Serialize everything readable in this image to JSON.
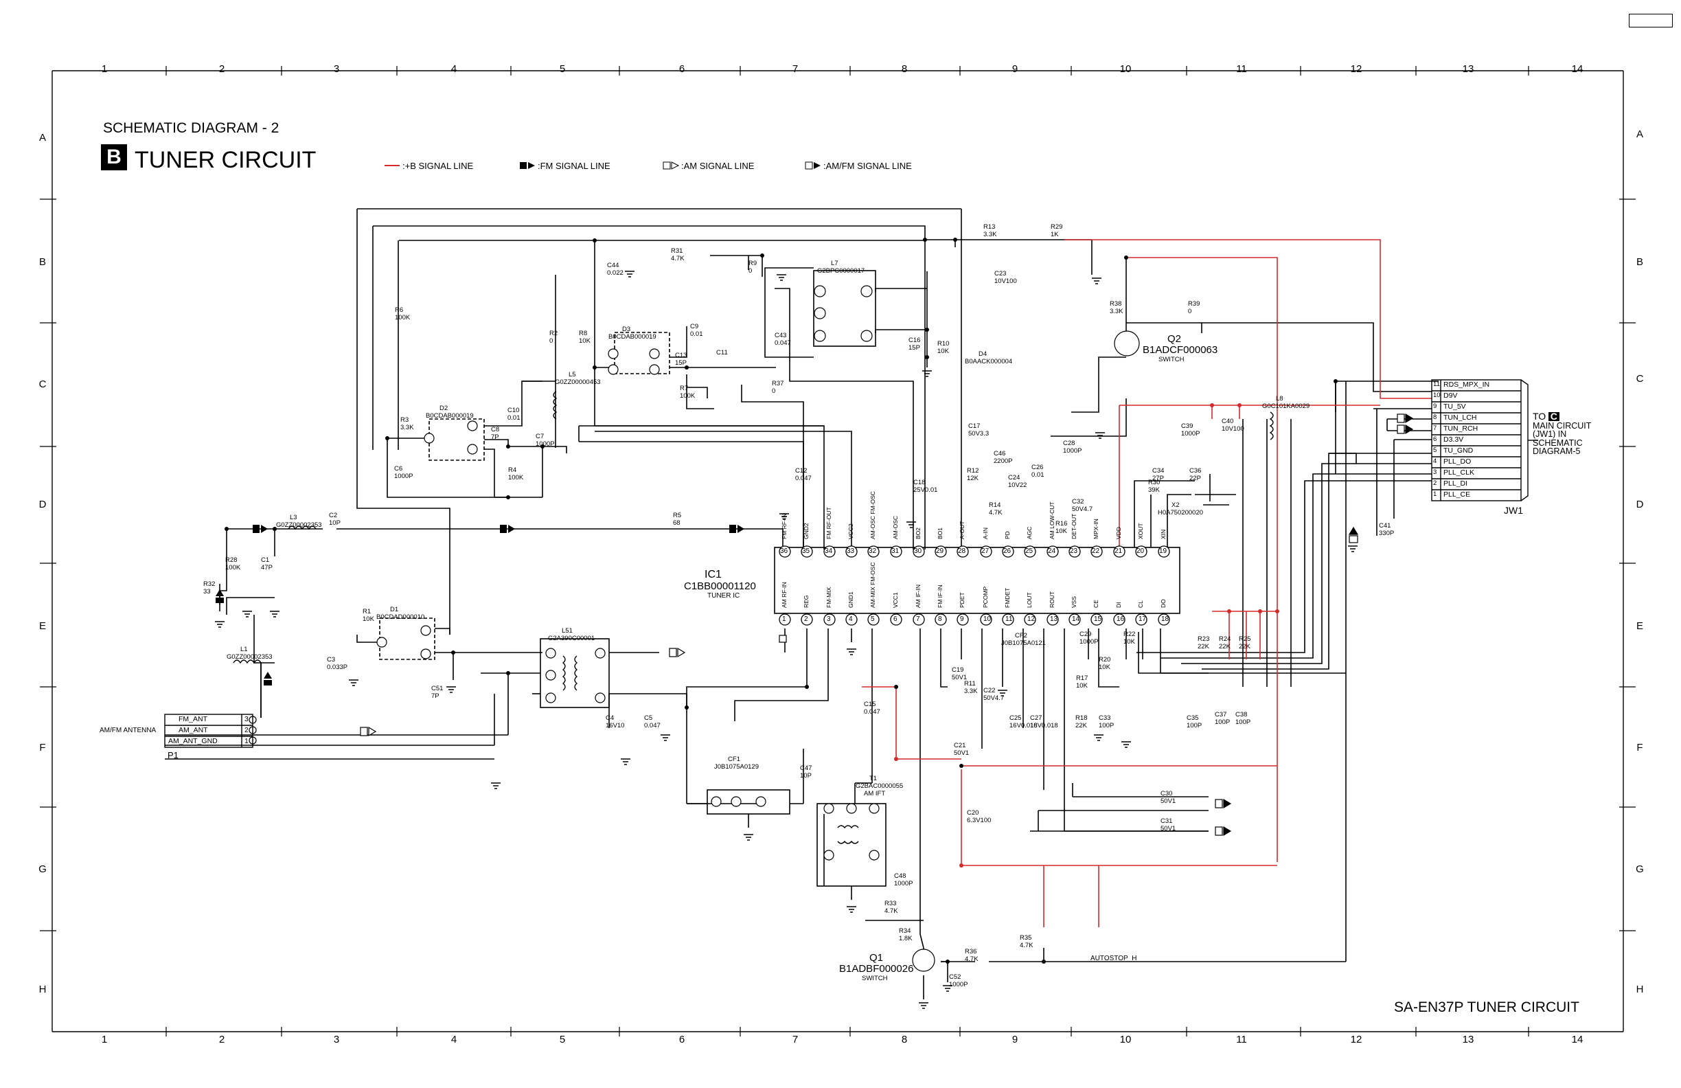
{
  "page": {
    "heading": "SCHEMATIC DIAGRAM - 2",
    "badge": "B",
    "title": "TUNER CIRCUIT",
    "footer": "SA-EN37P TUNER CIRCUIT"
  },
  "grid": {
    "columns": [
      "1",
      "2",
      "3",
      "4",
      "5",
      "6",
      "7",
      "8",
      "9",
      "10",
      "11",
      "12",
      "13",
      "14"
    ],
    "rows": [
      "A",
      "B",
      "C",
      "D",
      "E",
      "F",
      "G",
      "H"
    ]
  },
  "legend": {
    "b_signal": ":+B SIGNAL LINE",
    "fm_signal": ":FM SIGNAL LINE",
    "am_signal": ":AM SIGNAL LINE",
    "amfm_signal": ":AM/FM SIGNAL LINE"
  },
  "colors": {
    "b_line": "#d42a2a",
    "ink": "#000000"
  },
  "ic1": {
    "ref": "IC1",
    "part": "C1BB00001120",
    "desc": "TUNER IC",
    "top_pins": [
      {
        "n": "36",
        "name": "FM RF-IN"
      },
      {
        "n": "35",
        "name": "GND2"
      },
      {
        "n": "34",
        "name": "FM RF-OUT"
      },
      {
        "n": "33",
        "name": "VCC2"
      },
      {
        "n": "32",
        "name": "AM-OSC FM-OSC"
      },
      {
        "n": "31",
        "name": "AM-OSC"
      },
      {
        "n": "30",
        "name": "BO2"
      },
      {
        "n": "29",
        "name": "BO1"
      },
      {
        "n": "28",
        "name": "A-OUT"
      },
      {
        "n": "27",
        "name": "A-IN"
      },
      {
        "n": "26",
        "name": "PD"
      },
      {
        "n": "25",
        "name": "AGC"
      },
      {
        "n": "24",
        "name": "AM LOW-CUT"
      },
      {
        "n": "23",
        "name": "DET-OUT"
      },
      {
        "n": "22",
        "name": "MPX-IN"
      },
      {
        "n": "21",
        "name": "VDD"
      },
      {
        "n": "20",
        "name": "XOUT"
      },
      {
        "n": "19",
        "name": "XIN"
      }
    ],
    "bottom_pins": [
      {
        "n": "1",
        "name": "AM RF-IN"
      },
      {
        "n": "2",
        "name": "REG"
      },
      {
        "n": "3",
        "name": "FM-MIX"
      },
      {
        "n": "4",
        "name": "GND1"
      },
      {
        "n": "5",
        "name": "AM-MIX FM-OSC"
      },
      {
        "n": "6",
        "name": "VCC1"
      },
      {
        "n": "7",
        "name": "AM IF-IN"
      },
      {
        "n": "8",
        "name": "FM IF-IN"
      },
      {
        "n": "9",
        "name": "PDET"
      },
      {
        "n": "10",
        "name": "PCOMP"
      },
      {
        "n": "11",
        "name": "FMDET"
      },
      {
        "n": "12",
        "name": "LOUT"
      },
      {
        "n": "13",
        "name": "ROUT"
      },
      {
        "n": "14",
        "name": "VSS"
      },
      {
        "n": "15",
        "name": "CE"
      },
      {
        "n": "16",
        "name": "DI"
      },
      {
        "n": "17",
        "name": "CL"
      },
      {
        "n": "18",
        "name": "DO"
      }
    ]
  },
  "jw1": {
    "ref": "JW1",
    "pins": [
      {
        "n": "11",
        "name": "RDS_MPX_IN"
      },
      {
        "n": "10",
        "name": "D9V"
      },
      {
        "n": "9",
        "name": "TU_5V"
      },
      {
        "n": "8",
        "name": "TUN_LCH"
      },
      {
        "n": "7",
        "name": "TUN_RCH"
      },
      {
        "n": "6",
        "name": "D3.3V"
      },
      {
        "n": "5",
        "name": "TU_GND"
      },
      {
        "n": "4",
        "name": "PLL_DO"
      },
      {
        "n": "3",
        "name": "PLL_CLK"
      },
      {
        "n": "2",
        "name": "PLL_DI"
      },
      {
        "n": "1",
        "name": "PLL_CE"
      }
    ],
    "to_word": "TO",
    "to_sheet": "C",
    "to_lines": [
      "MAIN CIRCUIT",
      "(JW1) IN",
      "SCHEMATIC",
      "DIAGRAM-5"
    ]
  },
  "p1": {
    "ref": "P1",
    "label": "AM/FM ANTENNA",
    "pins": [
      {
        "n": "3",
        "name": "FM_ANT"
      },
      {
        "n": "2",
        "name": "AM_ANT"
      },
      {
        "n": "1",
        "name": "AM_ANT_GND"
      }
    ]
  },
  "transistors": {
    "q2": {
      "ref": "Q2",
      "part": "B1ADCF000063",
      "desc": "SWITCH"
    },
    "q1": {
      "ref": "Q1",
      "part": "B1ADBF000026",
      "desc": "SWITCH"
    }
  },
  "blocks": {
    "l7": {
      "ref": "L7",
      "part": "G2BPC0000017"
    },
    "d3": {
      "ref": "D3",
      "part": "B0CDAB000019"
    },
    "d2": {
      "ref": "D2",
      "part": "B0CDAB000019"
    },
    "d1": {
      "ref": "D1",
      "part": "B0CDAD000010"
    },
    "l51": {
      "ref": "L51",
      "part": "G2A390C00001"
    },
    "cf1": {
      "ref": "CF1",
      "part": "J0B1075A0129"
    },
    "t1": {
      "ref": "T1",
      "part": "G2BAC0000055",
      "desc": "AM IFT"
    },
    "d4": {
      "ref": "D4",
      "part": "B0AACK000004"
    },
    "x2": {
      "ref": "X2",
      "part": "H0A750200020"
    },
    "l1": {
      "ref": "L1",
      "part": "G0ZZ00002353"
    },
    "l3": {
      "ref": "L3",
      "part": "G0ZZ00002353"
    },
    "l5": {
      "ref": "L5",
      "part": "G0ZZ00000453"
    },
    "l8": {
      "ref": "L8",
      "part": "G0C101KA0029"
    },
    "cf2": {
      "ref": "CF2",
      "part": "J0B1075A0121"
    }
  },
  "components": [
    {
      "ref": "R13",
      "value": "3.3K"
    },
    {
      "ref": "R29",
      "value": "1K"
    },
    {
      "ref": "C23",
      "value": "10V100"
    },
    {
      "ref": "R31",
      "value": "4.7K"
    },
    {
      "ref": "C44",
      "value": "0.022"
    },
    {
      "ref": "R9",
      "value": "0"
    },
    {
      "ref": "R6",
      "value": "100K"
    },
    {
      "ref": "R2",
      "value": "0"
    },
    {
      "ref": "R8",
      "value": "10K"
    },
    {
      "ref": "C9",
      "value": "0.01"
    },
    {
      "ref": "C43",
      "value": "0.047"
    },
    {
      "ref": "C16",
      "value": "15P"
    },
    {
      "ref": "R10",
      "value": "10K"
    },
    {
      "ref": "R38",
      "value": "3.3K"
    },
    {
      "ref": "R39",
      "value": "0"
    },
    {
      "ref": "C13",
      "value": "15P"
    },
    {
      "ref": "R7",
      "value": "100K"
    },
    {
      "ref": "C11",
      "value": ""
    },
    {
      "ref": "R37",
      "value": "0"
    },
    {
      "ref": "R3",
      "value": "3.3K"
    },
    {
      "ref": "C8",
      "value": "7P"
    },
    {
      "ref": "C10",
      "value": "0.01"
    },
    {
      "ref": "C7",
      "value": "1000P"
    },
    {
      "ref": "R4",
      "value": "100K"
    },
    {
      "ref": "C6",
      "value": "1000P"
    },
    {
      "ref": "C12",
      "value": "0.047"
    },
    {
      "ref": "C18",
      "value": "25V0.01"
    },
    {
      "ref": "C17",
      "value": "50V3.3"
    },
    {
      "ref": "C46",
      "value": "2200P"
    },
    {
      "ref": "R12",
      "value": "12K"
    },
    {
      "ref": "R14",
      "value": "4.7K"
    },
    {
      "ref": "C24",
      "value": "10V22"
    },
    {
      "ref": "C26",
      "value": "0.01"
    },
    {
      "ref": "C28",
      "value": "1000P"
    },
    {
      "ref": "R16",
      "value": "10K"
    },
    {
      "ref": "C32",
      "value": "50V4.7"
    },
    {
      "ref": "C39",
      "value": "1000P"
    },
    {
      "ref": "C40",
      "value": "10V100"
    },
    {
      "ref": "C34",
      "value": "27P"
    },
    {
      "ref": "R30",
      "value": "39K"
    },
    {
      "ref": "C36",
      "value": "22P"
    },
    {
      "ref": "C41",
      "value": "330P"
    },
    {
      "ref": "R5",
      "value": "68"
    },
    {
      "ref": "C2",
      "value": "10P"
    },
    {
      "ref": "R28",
      "value": "100K"
    },
    {
      "ref": "C1",
      "value": "47P"
    },
    {
      "ref": "R32",
      "value": "33"
    },
    {
      "ref": "R1",
      "value": "10K"
    },
    {
      "ref": "C3",
      "value": "0.033P"
    },
    {
      "ref": "C51",
      "value": "7P"
    },
    {
      "ref": "C4",
      "value": "16V10"
    },
    {
      "ref": "C5",
      "value": "0.047"
    },
    {
      "ref": "C47",
      "value": "10P"
    },
    {
      "ref": "C15",
      "value": "0.047"
    },
    {
      "ref": "C19",
      "value": "50V1"
    },
    {
      "ref": "R11",
      "value": "3.3K"
    },
    {
      "ref": "C22",
      "value": "50V4.7"
    },
    {
      "ref": "C21",
      "value": "50V1"
    },
    {
      "ref": "C20",
      "value": "6.3V100"
    },
    {
      "ref": "C25",
      "value": "16V0.018"
    },
    {
      "ref": "C27",
      "value": "16V0.018"
    },
    {
      "ref": "C29",
      "value": "1000P"
    },
    {
      "ref": "R20",
      "value": "10K"
    },
    {
      "ref": "R22",
      "value": "10K"
    },
    {
      "ref": "R17",
      "value": "10K"
    },
    {
      "ref": "R18",
      "value": "22K"
    },
    {
      "ref": "C33",
      "value": "100P"
    },
    {
      "ref": "R23",
      "value": "22K"
    },
    {
      "ref": "R24",
      "value": "22K"
    },
    {
      "ref": "R25",
      "value": "22K"
    },
    {
      "ref": "C35",
      "value": "100P"
    },
    {
      "ref": "C37",
      "value": "100P"
    },
    {
      "ref": "C38",
      "value": "100P"
    },
    {
      "ref": "C30",
      "value": "50V1"
    },
    {
      "ref": "C31",
      "value": "50V1"
    },
    {
      "ref": "C48",
      "value": "1000P"
    },
    {
      "ref": "R33",
      "value": "4.7K"
    },
    {
      "ref": "R34",
      "value": "1.8K"
    },
    {
      "ref": "R35",
      "value": "4.7K"
    },
    {
      "ref": "R36",
      "value": "4.7K"
    },
    {
      "ref": "C52",
      "value": "1000P"
    }
  ],
  "net_labels": {
    "autostop": "AUTOSTOP_H"
  }
}
